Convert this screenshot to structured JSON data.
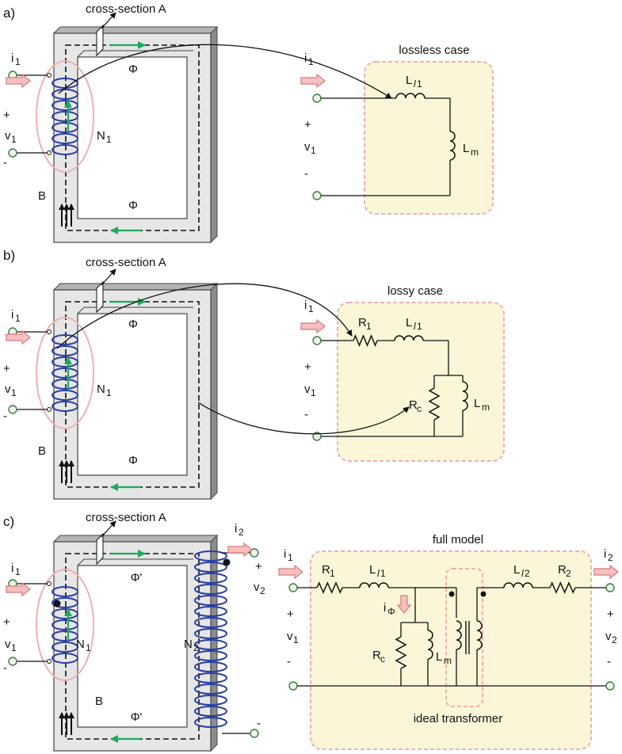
{
  "colors": {
    "core_face": "#e6e6e6",
    "core_side": "#8c8c8c",
    "core_top": "#b4b4b4",
    "winding": "#2a3fa0",
    "loop": "#f2b0b0",
    "flux_arrow": "#1fa85c",
    "current_arrow_fill": "#f7c0c0",
    "current_arrow_stroke": "#d77a7a",
    "box_fill": "#fbf6d8",
    "box_border": "#f0b0b0",
    "terminal_fill": "#eaf7e6",
    "terminal_stroke": "#3f7a3f"
  },
  "panel_a": {
    "tag": "a)",
    "cross_section": "cross-section A",
    "flux_top": "Φ",
    "flux_bottom": "Φ",
    "winding": "N",
    "winding_sub": "1",
    "field": "B",
    "current": "i",
    "current_sub": "1",
    "plus": "+",
    "minus": "-",
    "voltage": "v",
    "voltage_sub": "1",
    "circuit_title": "lossless case",
    "leakage": "L",
    "leakage_sub_l": "l",
    "leakage_sub_1": "1",
    "magnetizing": "L",
    "magnetizing_sub": "m"
  },
  "panel_b": {
    "tag": "b)",
    "cross_section": "cross-section A",
    "flux_top": "Φ",
    "flux_bottom": "Φ",
    "winding": "N",
    "winding_sub": "1",
    "field": "B",
    "current": "i",
    "current_sub": "1",
    "plus": "+",
    "minus": "-",
    "voltage": "v",
    "voltage_sub": "1",
    "circuit_title": "lossy case",
    "resistor": "R",
    "resistor_sub": "1",
    "leakage": "L",
    "leakage_sub_l": "l",
    "leakage_sub_1": "1",
    "core_resistor": "R",
    "core_resistor_sub": "c",
    "magnetizing": "L",
    "magnetizing_sub": "m"
  },
  "panel_c": {
    "tag": "c)",
    "cross_section": "cross-section A",
    "flux_top": "Φ'",
    "flux_bottom": "Φ'",
    "winding1": "N",
    "winding1_sub": "1",
    "winding2": "N",
    "winding2_sub": "2",
    "field": "B",
    "current1": "i",
    "current1_sub": "1",
    "current2": "i",
    "current2_sub": "2",
    "plus": "+",
    "minus": "-",
    "voltage1": "v",
    "voltage1_sub": "1",
    "voltage2": "v",
    "voltage2_sub": "2",
    "circuit_title": "full model",
    "r1": "R",
    "r1_sub": "1",
    "ll1": "L",
    "ll1_sub_l": "l",
    "ll1_sub_1": "1",
    "ll2": "L",
    "ll2_sub_l": "l",
    "ll2_sub_2": "2",
    "r2": "R",
    "r2_sub": "2",
    "iphi": "i",
    "iphi_sub": "Φ",
    "rc": "R",
    "rc_sub": "c",
    "lm": "L",
    "lm_sub": "m",
    "ideal": "ideal transformer"
  }
}
